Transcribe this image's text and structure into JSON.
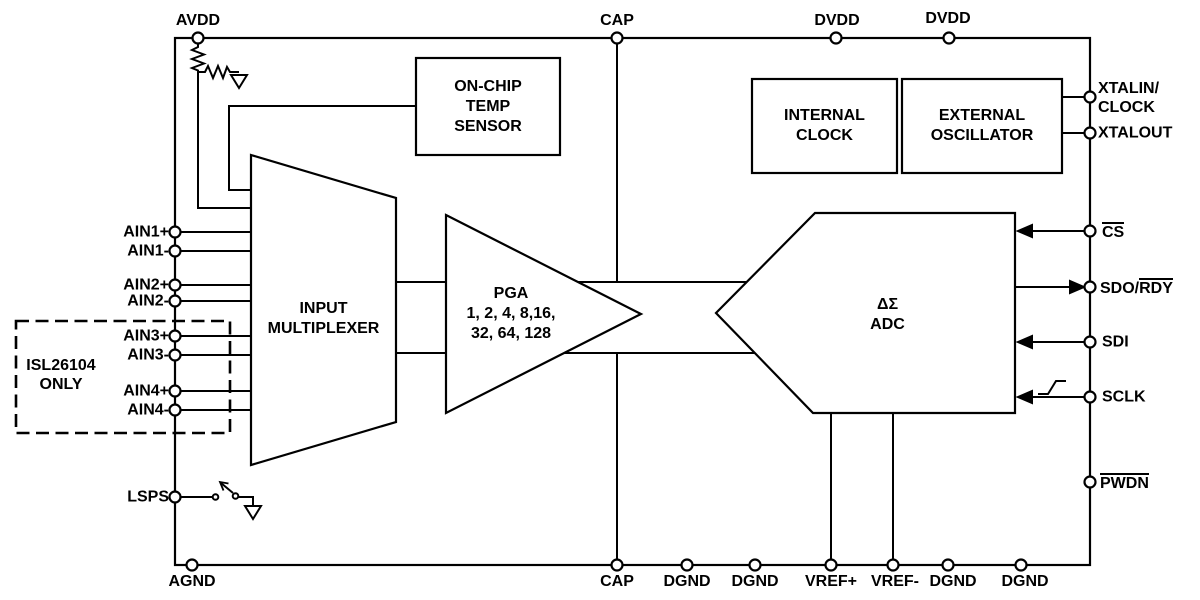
{
  "diagram": {
    "blocks": {
      "temp_sensor": "ON-CHIP\nTEMP\nSENSOR",
      "internal_clock": "INTERNAL\nCLOCK",
      "external_oscillator": "EXTERNAL\nOSCILLATOR",
      "input_multiplexer": "INPUT\nMULTIPLEXER",
      "pga": "PGA\n1, 2, 4, 8,16,\n32, 64, 128",
      "adc": "ΔΣ\nADC"
    },
    "pins": {
      "top": [
        "AVDD",
        "CAP",
        "DVDD",
        "DVDD"
      ],
      "bottom": [
        "AGND",
        "CAP",
        "DGND",
        "DGND",
        "VREF+",
        "VREF-",
        "DGND",
        "DGND"
      ],
      "left": [
        "AIN1+",
        "AIN1-",
        "AIN2+",
        "AIN2-",
        "AIN3+",
        "AIN3-",
        "AIN4+",
        "AIN4-",
        "LSPS"
      ],
      "right": {
        "xtalin_clock": "XTALIN/\nCLOCK",
        "xtalout": "XTALOUT",
        "cs": "CS",
        "sdo_prefix": "SDO/",
        "sdo_overline": "RDY",
        "sdi": "SDI",
        "sclk": "SCLK",
        "pwdn": "PWDN"
      }
    },
    "annotation": "ISL26104\nONLY",
    "colors": {
      "line": "#000000",
      "text": "#000000",
      "background": "#ffffff"
    }
  }
}
